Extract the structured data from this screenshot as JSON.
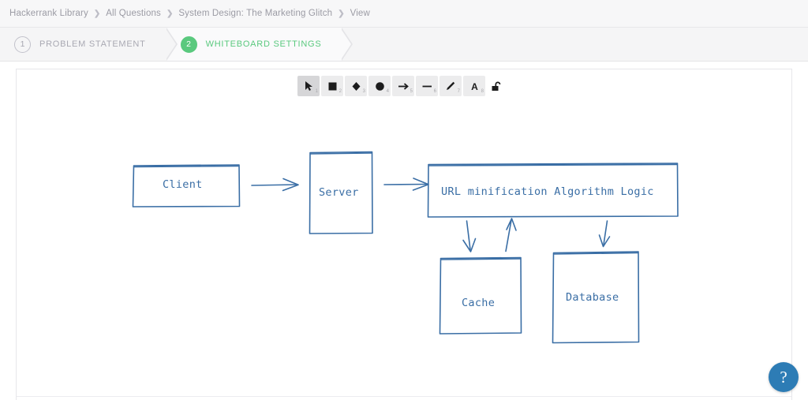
{
  "breadcrumb": {
    "separator": "❯",
    "items": [
      {
        "label": "Hackerrank Library"
      },
      {
        "label": "All Questions"
      },
      {
        "label": "System Design: The Marketing Glitch"
      },
      {
        "label": "View"
      }
    ]
  },
  "steps": [
    {
      "number": "1",
      "label": "PROBLEM STATEMENT",
      "state": "inactive"
    },
    {
      "number": "2",
      "label": "WHITEBOARD SETTINGS",
      "state": "active"
    }
  ],
  "colors": {
    "active_green": "#5ac97e",
    "diagram_blue": "#3a6ea5",
    "help_blue": "#2d7cb5",
    "breadcrumb_gray": "#9b9ba4"
  },
  "toolbar": {
    "tools": [
      {
        "name": "cursor-tool",
        "icon": "cursor-icon",
        "shortcut": "1",
        "selected": true
      },
      {
        "name": "square-tool",
        "icon": "square-icon",
        "shortcut": "2",
        "selected": false
      },
      {
        "name": "diamond-tool",
        "icon": "diamond-icon",
        "shortcut": "3",
        "selected": false
      },
      {
        "name": "circle-tool",
        "icon": "circle-icon",
        "shortcut": "4",
        "selected": false
      },
      {
        "name": "arrow-tool",
        "icon": "arrow-icon",
        "shortcut": "5",
        "selected": false
      },
      {
        "name": "line-tool",
        "icon": "line-icon",
        "shortcut": "6",
        "selected": false
      },
      {
        "name": "pencil-tool",
        "icon": "pencil-icon",
        "shortcut": "7",
        "selected": false
      },
      {
        "name": "text-tool",
        "icon": "text-a-icon",
        "shortcut": "8",
        "selected": false
      },
      {
        "name": "lock-toggle",
        "icon": "unlock-icon",
        "shortcut": "",
        "selected": false
      }
    ]
  },
  "whiteboard": {
    "nodes": [
      {
        "id": "client",
        "label": "Client"
      },
      {
        "id": "server",
        "label": "Server"
      },
      {
        "id": "algorithm",
        "label": "URL minification Algorithm Logic"
      },
      {
        "id": "cache",
        "label": "Cache"
      },
      {
        "id": "database",
        "label": "Database"
      }
    ],
    "connections": [
      {
        "from": "client",
        "to": "server",
        "direction": "right"
      },
      {
        "from": "server",
        "to": "algorithm",
        "direction": "right"
      },
      {
        "from": "algorithm",
        "to": "cache",
        "direction": "down"
      },
      {
        "from": "cache",
        "to": "algorithm",
        "direction": "up"
      },
      {
        "from": "algorithm",
        "to": "database",
        "direction": "down"
      }
    ]
  },
  "help": {
    "label": "?"
  }
}
